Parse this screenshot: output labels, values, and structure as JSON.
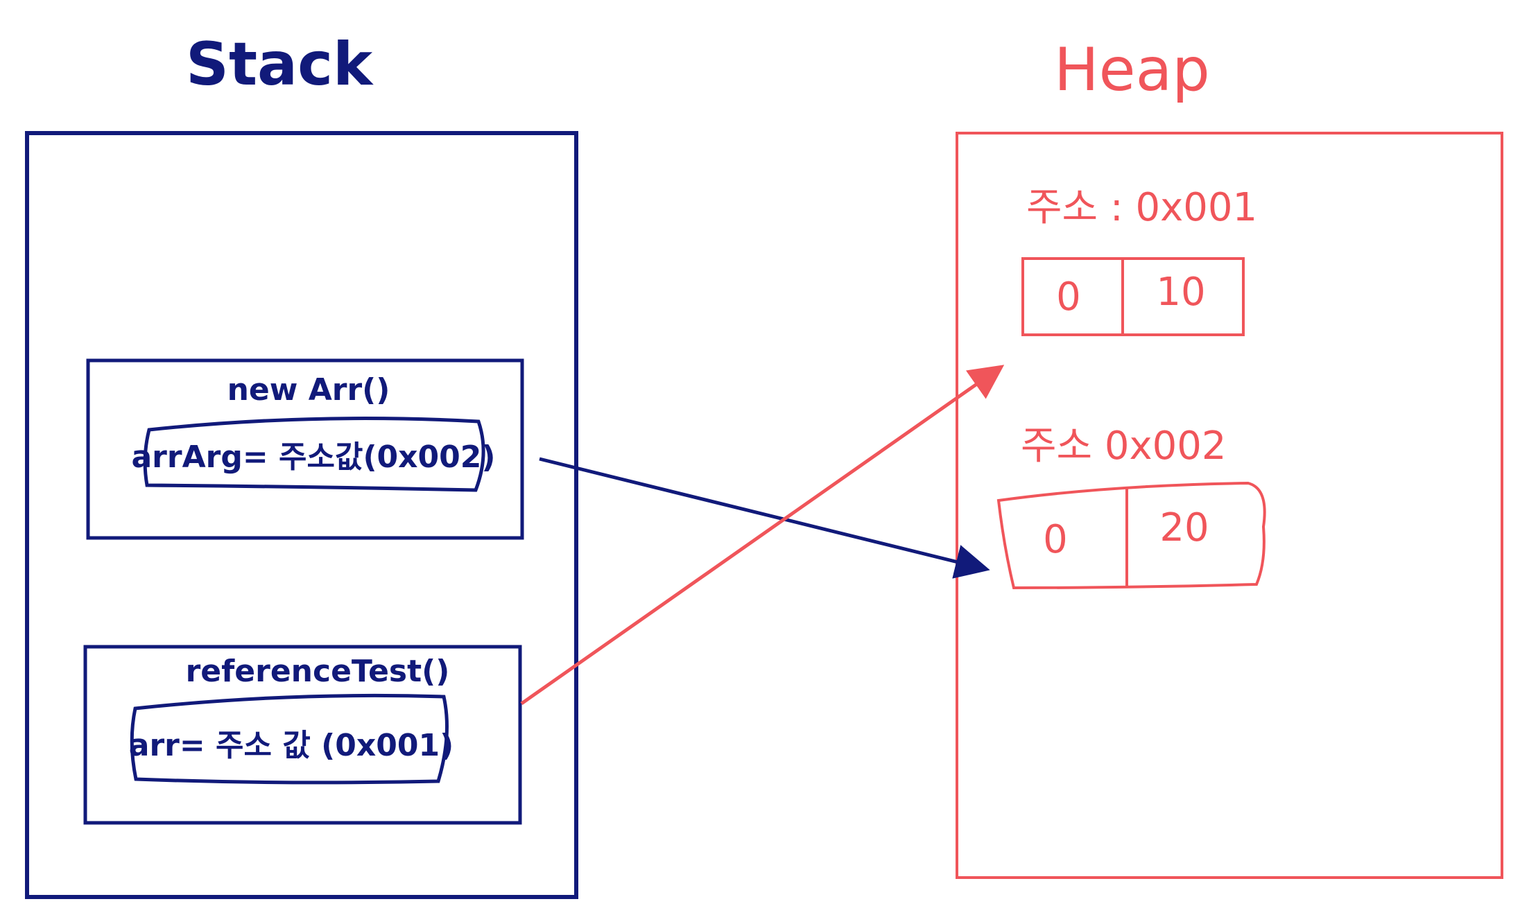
{
  "colors": {
    "stack": "#111a7a",
    "heap": "#f0555a",
    "background": "#ffffff"
  },
  "stack": {
    "title": "Stack",
    "frames": [
      {
        "name": "new Arr()",
        "variable": "arrArg= 주소값(0x002)"
      },
      {
        "name": "referenceTest()",
        "variable": "arr= 주소 값 (0x001)"
      }
    ]
  },
  "heap": {
    "title": "Heap",
    "arrays": [
      {
        "address_label": "주소 : 0x001",
        "cells": [
          "0",
          "10"
        ]
      },
      {
        "address_label": "주소 0x002",
        "cells": [
          "0",
          "20"
        ]
      }
    ]
  }
}
